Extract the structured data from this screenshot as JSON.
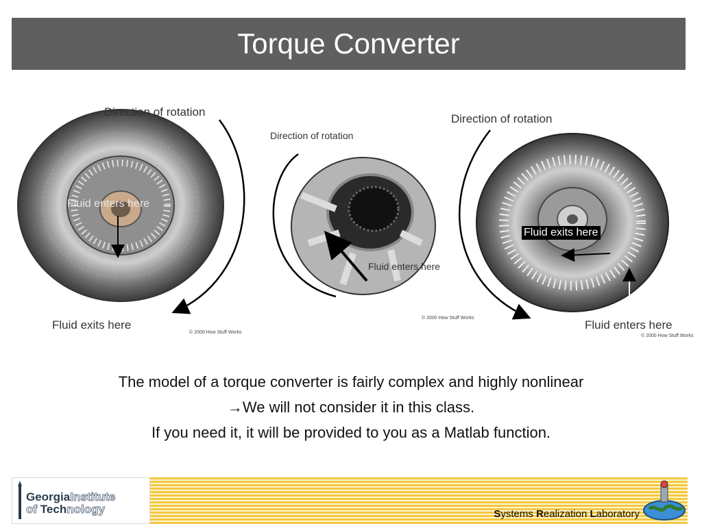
{
  "slide": {
    "title": "Torque Converter",
    "body_lines": [
      "The model of a torque converter is fairly complex and highly nonlinear",
      "→We will not consider it in this class.",
      "If you need it, it will be provided to you as a Matlab function."
    ]
  },
  "figure": {
    "left": {
      "rotation_label": "Direction of rotation",
      "enters_label": "Fluid enters here",
      "exits_label": "Fluid exits here",
      "copyright": "© 2000 How Stuff Works"
    },
    "middle": {
      "rotation_label": "Direction of rotation",
      "enters_label": "Fluid enters here",
      "copyright": "© 2000 How Stuff Works"
    },
    "right": {
      "rotation_label": "Direction of rotation",
      "exits_label": "Fluid exits here",
      "enters_label": "Fluid enters here",
      "copyright": "© 2000 How Stuff Works"
    }
  },
  "footer": {
    "logo_line1_a": "Georgia",
    "logo_line1_b": "Institute",
    "logo_line2_a": "of ",
    "logo_line2_b": "Tech",
    "logo_line2_c": "nology",
    "lab_s": "S",
    "lab_ystems": "ystems ",
    "lab_r": "R",
    "lab_ealization": "ealization ",
    "lab_l": "L",
    "lab_aboratory": "aboratory"
  },
  "colors": {
    "title_bar": "#5f5f5f",
    "stripe_gold": "#f4c842",
    "stripe_light": "#fff6d0"
  }
}
